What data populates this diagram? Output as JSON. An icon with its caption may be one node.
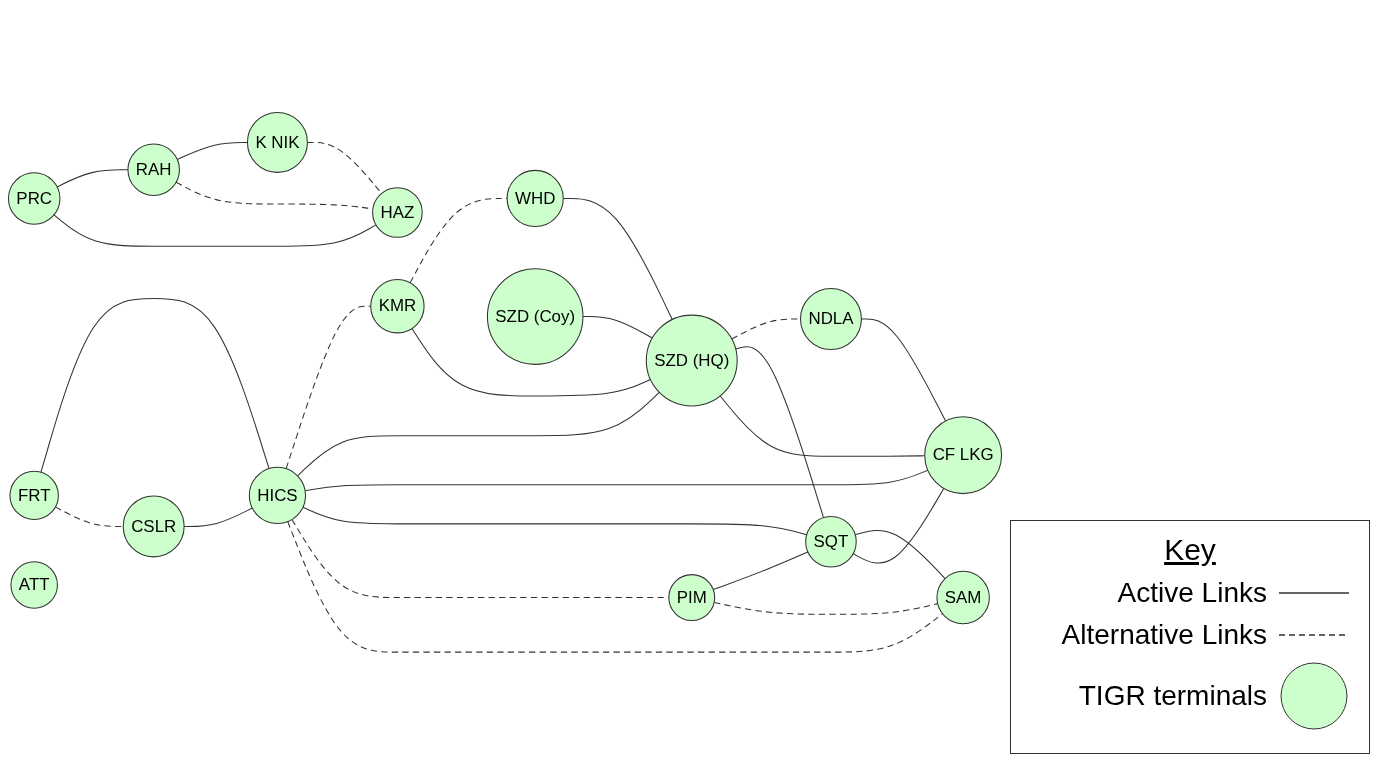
{
  "diagram": {
    "nodes": [
      {
        "text": [
          "FRT"
        ]
      },
      {
        "text": [
          "HICS"
        ]
      },
      {
        "text": [
          "CSLR"
        ]
      },
      {
        "text": [
          "KMR"
        ]
      },
      {
        "text": [
          "WHD"
        ]
      },
      {
        "text": [
          "SZD (Coy)"
        ]
      },
      {
        "text": [
          "SZD (HQ)"
        ]
      },
      {
        "text": [
          "NDLA"
        ]
      },
      {
        "text": [
          "PIM"
        ]
      },
      {
        "text": [
          "SQT"
        ]
      },
      {
        "text": [
          "SAM"
        ]
      },
      {
        "text": [
          "CF LKG"
        ]
      },
      {
        "text": [
          "RAH"
        ]
      },
      {
        "text": [
          "K NIK"
        ]
      },
      {
        "text": [
          "PRC"
        ]
      },
      {
        "text": [
          "HAZ"
        ]
      },
      {
        "text": [
          "ATT"
        ]
      }
    ],
    "edges": [
      {
        "from": 0,
        "to": 1,
        "arrow": "none"
      },
      {
        "from": 0,
        "to": 2,
        "arrow": "none",
        "style": "dashed"
      },
      {
        "from": 2,
        "to": 1,
        "arrow": "none"
      },
      {
        "from": 1,
        "to": 3,
        "arrow": "none",
        "style": "dashed"
      },
      {
        "from": 3,
        "to": 4,
        "arrow": "none",
        "style": "dashed"
      },
      {
        "from": 1,
        "to": 6,
        "arrow": "none"
      },
      {
        "from": 1,
        "to": 11,
        "arrow": "none"
      },
      {
        "from": 1,
        "to": 9,
        "arrow": "none"
      },
      {
        "from": 1,
        "to": 8,
        "arrow": "none",
        "style": "dashed"
      },
      {
        "from": 1,
        "to": 10,
        "arrow": "none",
        "style": "dashed"
      },
      {
        "from": 3,
        "to": 6,
        "arrow": "none"
      },
      {
        "from": 4,
        "to": 6,
        "arrow": "none"
      },
      {
        "from": 5,
        "to": 6,
        "arrow": "none"
      },
      {
        "from": 6,
        "to": 7,
        "arrow": "none",
        "style": "dashed"
      },
      {
        "from": 6,
        "to": 9,
        "arrow": "none"
      },
      {
        "from": 6,
        "to": 11,
        "arrow": "none"
      },
      {
        "from": 7,
        "to": 11,
        "arrow": "none"
      },
      {
        "from": 8,
        "to": 9,
        "arrow": "none"
      },
      {
        "from": 8,
        "to": 10,
        "arrow": "none",
        "style": "dashed"
      },
      {
        "from": 9,
        "to": 10,
        "arrow": "none"
      },
      {
        "from": 9,
        "to": 11,
        "arrow": "none"
      },
      {
        "from": 14,
        "to": 12,
        "arrow": "none"
      },
      {
        "from": 14,
        "to": 15,
        "arrow": "none"
      },
      {
        "from": 12,
        "to": 13,
        "arrow": "none"
      },
      {
        "from": 12,
        "to": 15,
        "arrow": "none",
        "style": "dashed"
      },
      {
        "from": 13,
        "to": 15,
        "arrow": "none",
        "style": "dashed"
      }
    ],
    "labels": [
      "Key"
    ],
    "legend": [
      {
        "text": "Active Links"
      },
      {
        "text": "Alternative Links"
      },
      {
        "text": "TIGR terminals"
      }
    ]
  }
}
